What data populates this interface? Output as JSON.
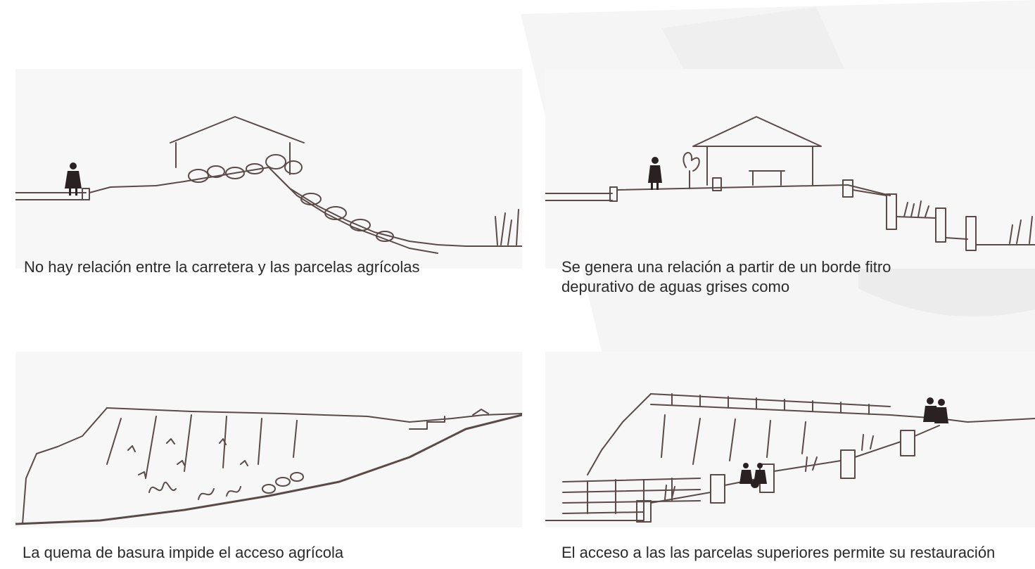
{
  "captions": {
    "top_left": "No hay relación entre la carretera y las parcelas agrícolas",
    "top_right_line1": "Se genera una relación a partir de un borde fitro",
    "top_right_line2": "depurativo de aguas grises como",
    "bottom_left": "La quema de basura impide el acceso agrícola",
    "bottom_right": "El acceso a las las parcelas superiores permite su restauración"
  },
  "colors": {
    "ink": "#5a4a48",
    "paper": "#f7f7f7",
    "watermark": "#f1f1f1"
  }
}
